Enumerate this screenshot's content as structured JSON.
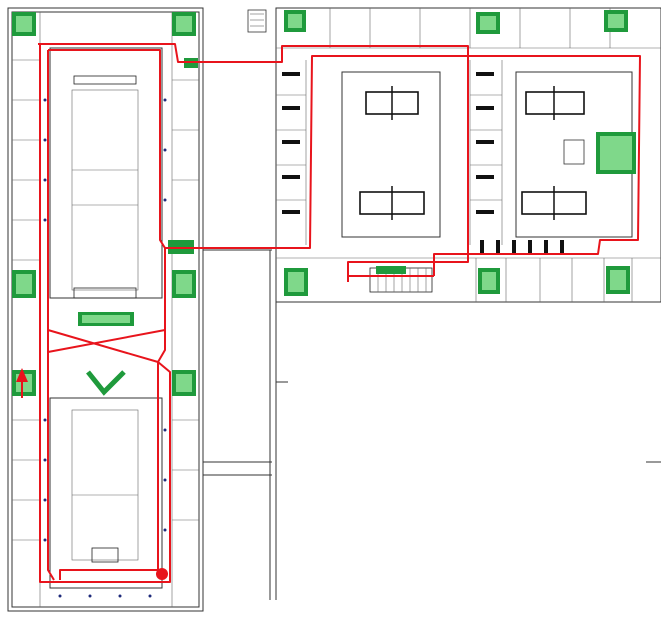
{
  "diagram": {
    "kind": "floor-plan-evacuation-route",
    "colors": {
      "route": "#e8141c",
      "wall": "#333333",
      "fixture_fill": "#1f9a3c",
      "fixture_light": "#7fd88a",
      "furniture": "#1a1a1a",
      "door": "#1d2a7a"
    },
    "markers": {
      "start_point": "red-dot",
      "direction": "red-arrow-up"
    },
    "rooms": {
      "west_wing_courtyards": 2,
      "east_halls": 2,
      "green_service_cores": 10
    }
  }
}
